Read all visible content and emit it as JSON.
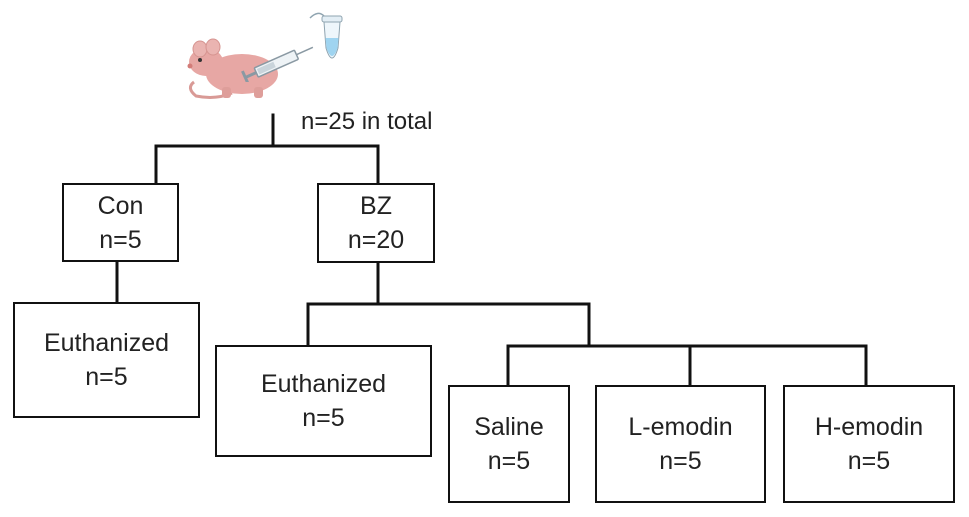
{
  "total_label": "n=25 in total",
  "nodes": {
    "con": {
      "title": "Con",
      "count": "n=5"
    },
    "bz": {
      "title": "BZ",
      "count": "n=20"
    },
    "con_euth": {
      "title": "Euthanized",
      "count": "n=5"
    },
    "bz_euth": {
      "title": "Euthanized",
      "count": "n=5"
    },
    "saline": {
      "title": "Saline",
      "count": "n=5"
    },
    "l_emodin": {
      "title": "L-emodin",
      "count": "n=5"
    },
    "h_emodin": {
      "title": "H-emodin",
      "count": "n=5"
    }
  },
  "icons": [
    "mouse-icon",
    "syringe-icon",
    "tube-icon"
  ],
  "colors": {
    "mouse": "#e7a7a4",
    "tube": "#9fd4f0",
    "line": "#111111"
  }
}
